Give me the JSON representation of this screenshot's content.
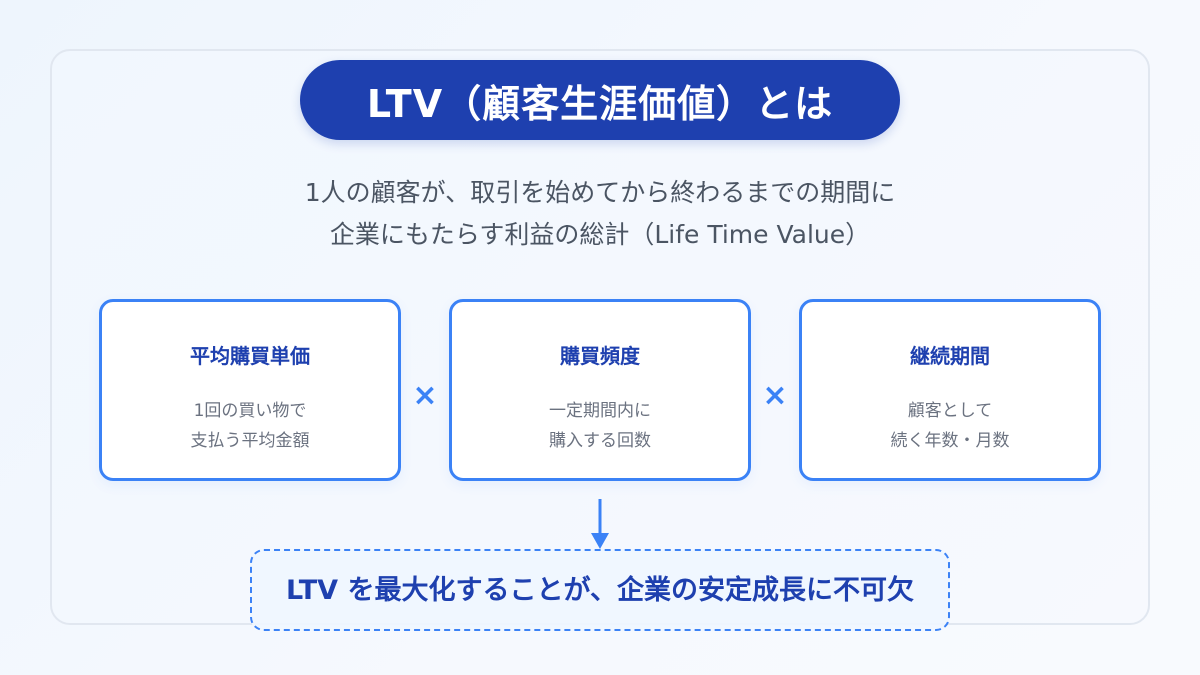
{
  "title": "LTV（顧客生涯価値）とは",
  "description": {
    "line1": "1人の顧客が、取引を始めてから終わるまでの期間に",
    "line2": "企業にもたらす利益の総計（Life Time Value）"
  },
  "factors": [
    {
      "title": "平均購買単価",
      "desc_line1": "1回の買い物で",
      "desc_line2": "支払う平均金額"
    },
    {
      "title": "購買頻度",
      "desc_line1": "一定期間内に",
      "desc_line2": "購入する回数"
    },
    {
      "title": "継続期間",
      "desc_line1": "顧客として",
      "desc_line2": "続く年数・月数"
    }
  ],
  "operator": "×",
  "conclusion": "LTV を最大化することが、企業の安定成長に不可欠",
  "colors": {
    "primary": "#1e40af",
    "accent": "#3b82f6",
    "text": "#4b5563",
    "muted": "#6b7280",
    "border": "#e1e7f0"
  },
  "icons": {
    "multiply": "multiply-icon",
    "arrow": "arrow-down-icon"
  }
}
